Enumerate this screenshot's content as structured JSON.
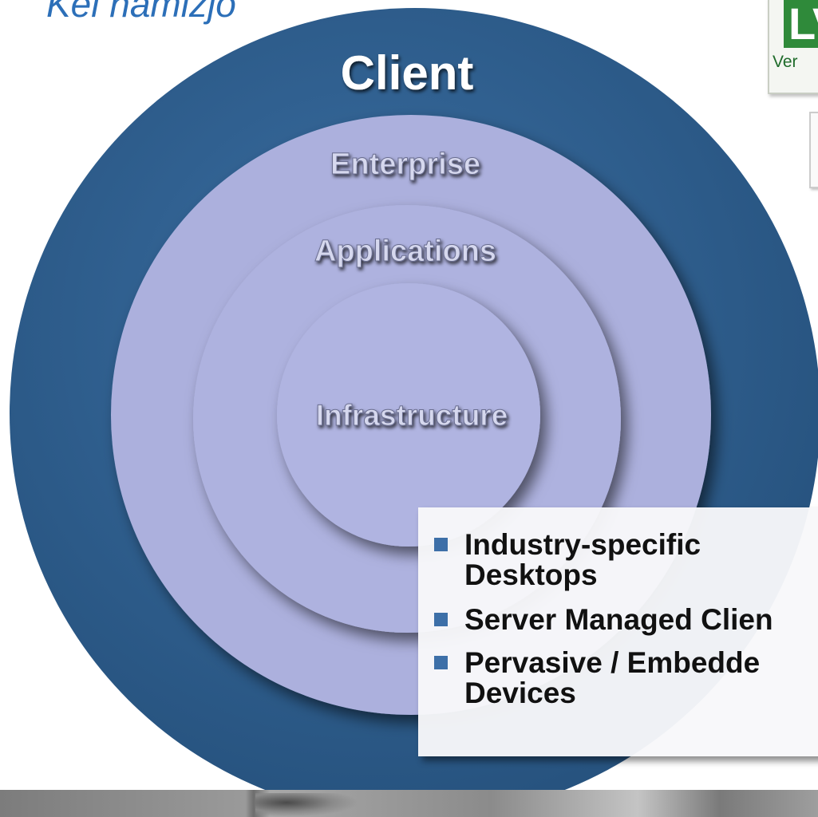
{
  "slide": {
    "title": "Kei hamizjo"
  },
  "logo": {
    "mark": "LV",
    "text": "Ver"
  },
  "diagram": {
    "rings": [
      {
        "label": "Client",
        "fill": "#2f5e8e"
      },
      {
        "label": "Enterprise",
        "fill": "#acb0dd"
      },
      {
        "label": "Applications",
        "fill": "#acb0dd"
      },
      {
        "label": "Infrastructure",
        "fill": "#acb0dd"
      }
    ]
  },
  "bullets": {
    "items": [
      {
        "lines": [
          "Industry-specific",
          "Desktops"
        ]
      },
      {
        "lines": [
          "Server Managed Clien"
        ]
      },
      {
        "lines": [
          "Pervasive / Embedde",
          "Devices"
        ]
      }
    ],
    "marker_color": "#3d6fa8"
  }
}
